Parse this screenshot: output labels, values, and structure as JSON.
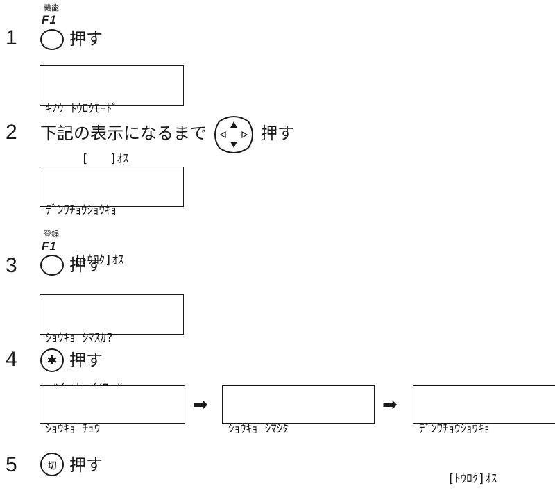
{
  "steps": [
    {
      "number": "1",
      "key_label": "機能",
      "key_name": "F1",
      "action": "押す",
      "display": [
        "ｷﾉｳ ﾄｳﾛｸﾓｰﾄﾞ",
        "     [   ]ｵｽ"
      ]
    },
    {
      "number": "2",
      "prefix": "下記の表示になるまで",
      "key_name": "navigation-pad",
      "action": "押す",
      "display": [
        "ﾃﾞﾝﾜﾁｮｳｼｮｳｷｮ",
        "    [ﾄｳﾛｸ]ｵｽ"
      ]
    },
    {
      "number": "3",
      "key_label": "登録",
      "key_name": "F1",
      "action": "押す",
      "display": [
        "ｼｮｳｷｮ ｼﾏｽｶ?",
        " ﾊｲ=＊ ｲｲｴ=#"
      ]
    },
    {
      "number": "4",
      "key_symbol": "✱",
      "action": "押す",
      "displays": [
        [
          "ｼｮｳｷｮ ﾁｭｳ",
          ""
        ],
        [
          "ｼｮｳｷｮ ｼﾏｼﾀ",
          ""
        ],
        [
          "ﾃﾞﾝﾜﾁｮｳｼｮｳｷｮ",
          "    [ﾄｳﾛｸ]ｵｽ"
        ]
      ],
      "arrow": "➡"
    },
    {
      "number": "5",
      "key_symbol": "切",
      "action": "押す"
    }
  ]
}
